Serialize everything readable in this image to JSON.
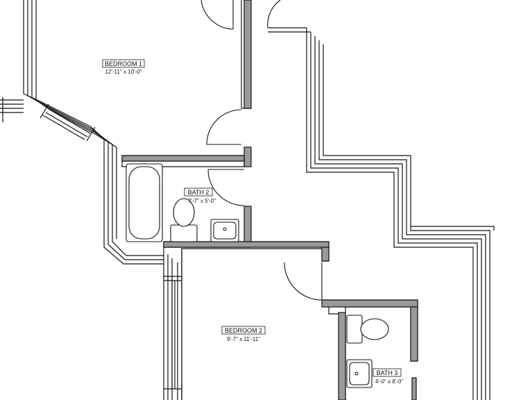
{
  "rooms": {
    "bedroom1": {
      "name": "BEDROOM 1",
      "dims": "12'-11\" x 10'-0\""
    },
    "bath2": {
      "name": "BATH 2",
      "dims": "7'-7\" x 5'-0\""
    },
    "bedroom2": {
      "name": "BEDROOM 2",
      "dims": "9'-7\" x 11'-11\""
    },
    "bath3": {
      "name": "BATH 3",
      "dims": "4'-0\" x 8'-0\""
    }
  },
  "colors": {
    "wall_stroke": "#111111",
    "wall_fill": "#9a9a9a",
    "background": "#ffffff"
  }
}
